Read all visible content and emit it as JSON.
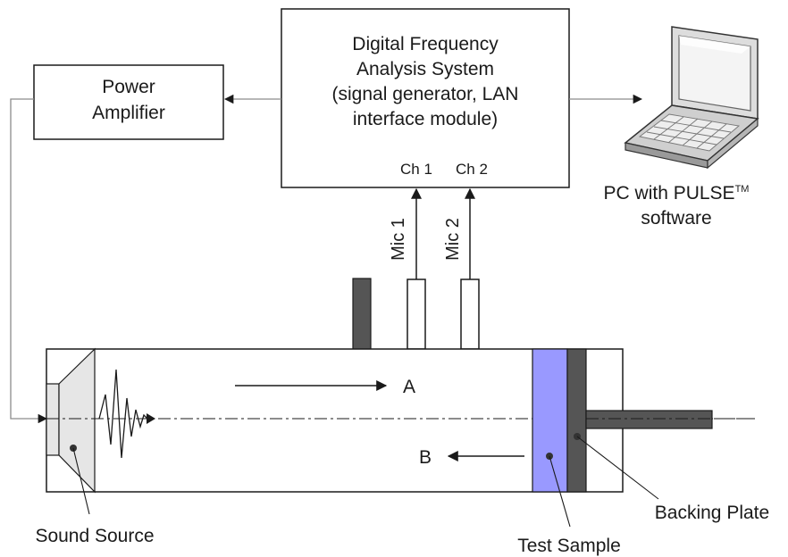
{
  "dfa_box": {
    "lines": [
      "Digital Frequency",
      "Analysis System",
      "(signal generator, LAN",
      "interface module)"
    ],
    "ch1": "Ch 1",
    "ch2": "Ch 2"
  },
  "amp_box": {
    "lines": [
      "Power",
      "Amplifier"
    ]
  },
  "pc": {
    "line1": "PC with PULSE",
    "tm": "TM",
    "line2": "software"
  },
  "mics": {
    "mic1": "Mic 1",
    "mic2": "Mic 2"
  },
  "waves": {
    "incident": "A",
    "reflected": "B"
  },
  "labels": {
    "sound_source": "Sound Source",
    "test_sample": "Test Sample",
    "backing_plate": "Backing Plate"
  },
  "colors": {
    "stroke": "#1a1a1a",
    "connector": "#8c8c8c",
    "sample": "#9999ff",
    "plate": "#555555",
    "speaker": "#e6e6e6"
  }
}
